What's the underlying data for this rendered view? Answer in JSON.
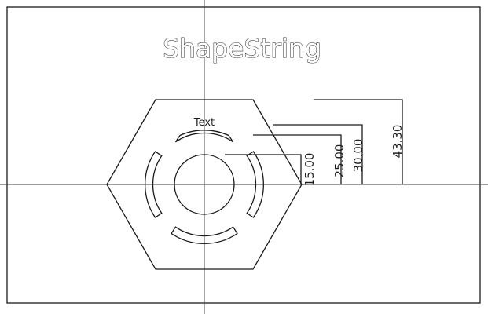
{
  "drawing": {
    "title": "ShapeString",
    "label": "Text",
    "dimensions": [
      "15.00",
      "25.00",
      "30.00",
      "43.30"
    ]
  },
  "colors": {
    "background": "#ffffff",
    "line": "#1a1a1a",
    "axis": "#3a3a3a"
  }
}
